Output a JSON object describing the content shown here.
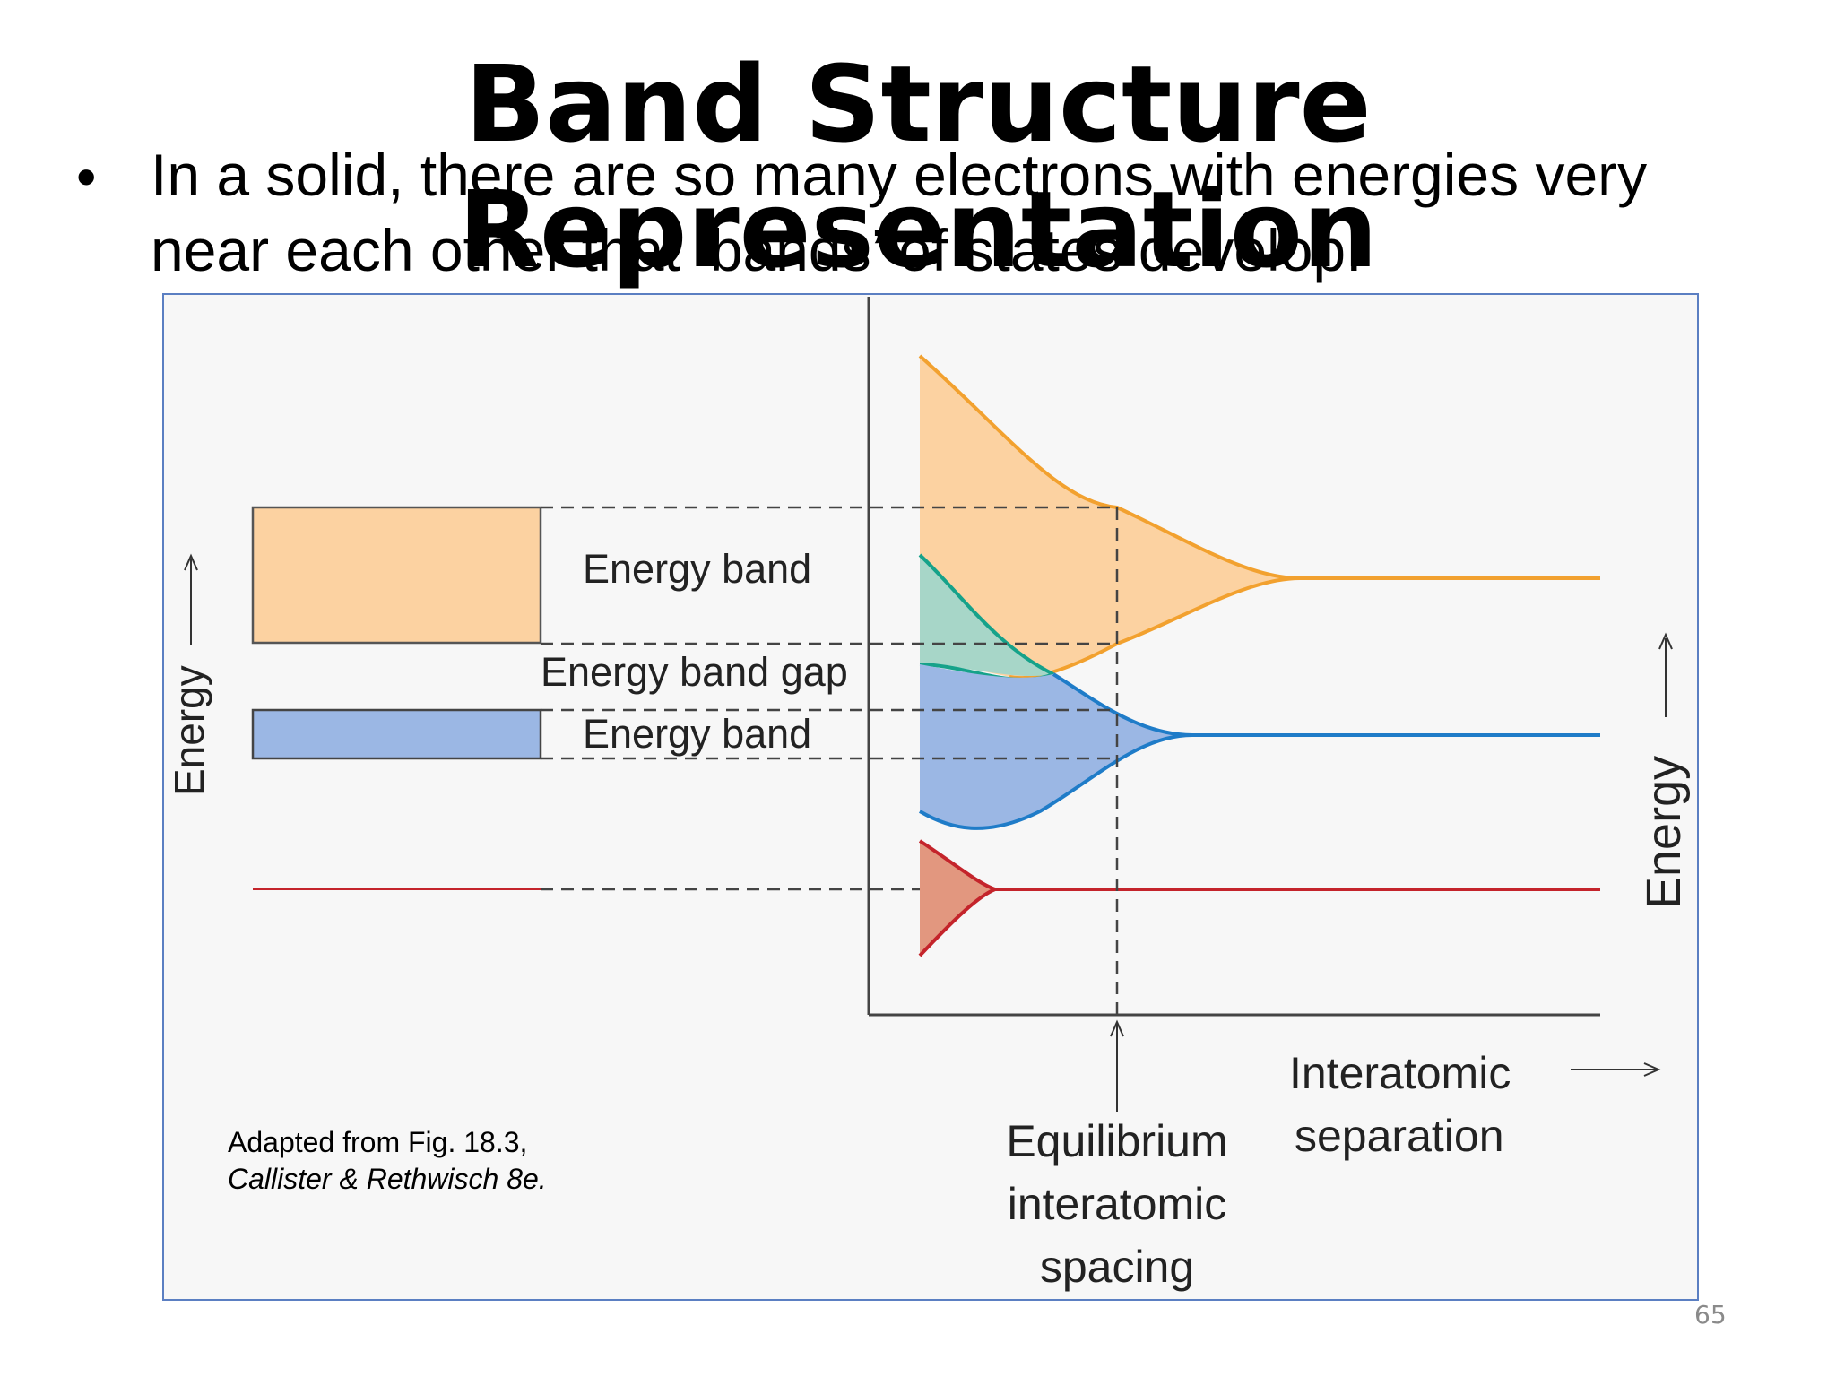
{
  "slide": {
    "title": "Band Structure Representation",
    "bullet_marker": "•",
    "bullet_line1": "In a solid, there are so many electrons with energies very",
    "bullet_line2": "near each other that ‘bands’ of states develop.",
    "page_number": "65"
  },
  "figure": {
    "left_panel": {
      "upper_band_label": "Energy band",
      "gap_label": "Energy band gap",
      "lower_band_label": "Energy band",
      "axis_label": "Energy"
    },
    "right_panel": {
      "axis_label": "Energy",
      "x_axis_label_line1": "Interatomic",
      "x_axis_label_line2": "separation",
      "equilibrium_line1": "Equilibrium",
      "equilibrium_line2": "interatomic",
      "equilibrium_line3": "spacing"
    },
    "colors": {
      "upper_band_fill": "#fcd2a1",
      "upper_band_line": "#f2a12f",
      "middle_band_fill": "#a7d6c8",
      "middle_band_line": "#16a28a",
      "lower_band_fill": "#9bb7e4",
      "lower_band_line": "#1f7cc8",
      "core_band_fill": "#e2977f",
      "core_band_line": "#c4242b"
    },
    "caption_line1": "Adapted from Fig. 18.3,",
    "caption_line2": "Callister & Rethwisch 8e."
  }
}
